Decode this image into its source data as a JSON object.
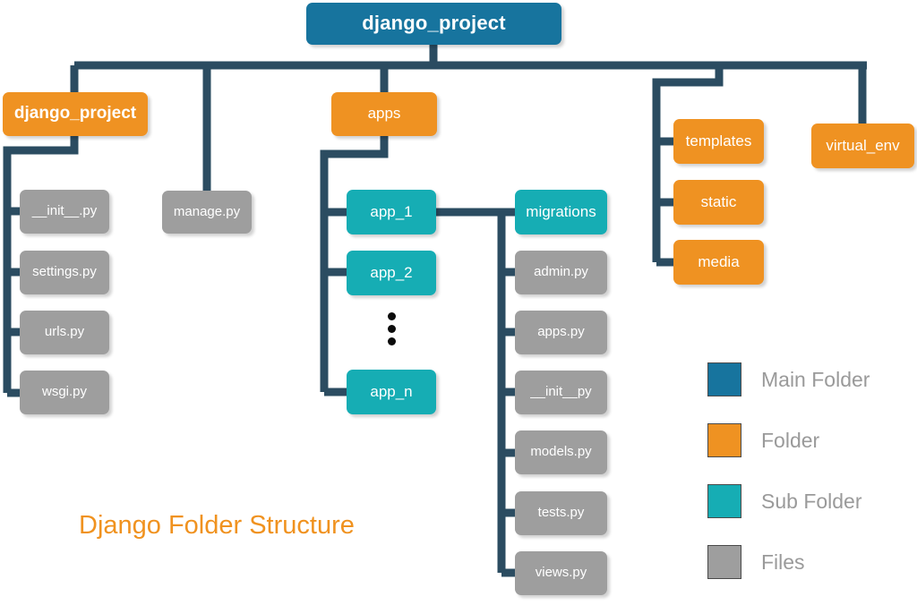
{
  "diagram": {
    "title": "Django Folder Structure",
    "title_color": "#f0921f",
    "colors": {
      "main_folder": "#17749e",
      "folder": "#ef9222",
      "sub_folder": "#16adb4",
      "files": "#9e9e9e",
      "connector": "#2b4c61",
      "background": "#ffffff"
    },
    "root": {
      "label": "django_project",
      "type": "main_folder"
    },
    "level1": [
      {
        "label": "django_project",
        "type": "folder"
      },
      {
        "label": "manage.py",
        "type": "file"
      },
      {
        "label": "apps",
        "type": "folder"
      },
      {
        "label": "templates",
        "type": "folder"
      },
      {
        "label": "static",
        "type": "folder"
      },
      {
        "label": "media",
        "type": "folder"
      },
      {
        "label": "virtual_env",
        "type": "folder"
      }
    ],
    "project_files": [
      {
        "label": "__init__.py",
        "type": "file"
      },
      {
        "label": "settings.py",
        "type": "file"
      },
      {
        "label": "urls.py",
        "type": "file"
      },
      {
        "label": "wsgi.py",
        "type": "file"
      }
    ],
    "apps_children": [
      {
        "label": "app_1",
        "type": "sub_folder"
      },
      {
        "label": "app_2",
        "type": "sub_folder"
      },
      {
        "label": "app_n",
        "type": "sub_folder"
      }
    ],
    "ellipsis": "vertical-three-dots",
    "app_contents": [
      {
        "label": "migrations",
        "type": "sub_folder"
      },
      {
        "label": "admin.py",
        "type": "file"
      },
      {
        "label": "apps.py",
        "type": "file"
      },
      {
        "label": "__init__py",
        "type": "file"
      },
      {
        "label": "models.py",
        "type": "file"
      },
      {
        "label": "tests.py",
        "type": "file"
      },
      {
        "label": "views.py",
        "type": "file"
      }
    ],
    "legend": [
      {
        "label": "Main Folder",
        "color": "#17749e"
      },
      {
        "label": "Folder",
        "color": "#ef9222"
      },
      {
        "label": "Sub Folder",
        "color": "#16adb4"
      },
      {
        "label": "Files",
        "color": "#9e9e9e"
      }
    ]
  }
}
